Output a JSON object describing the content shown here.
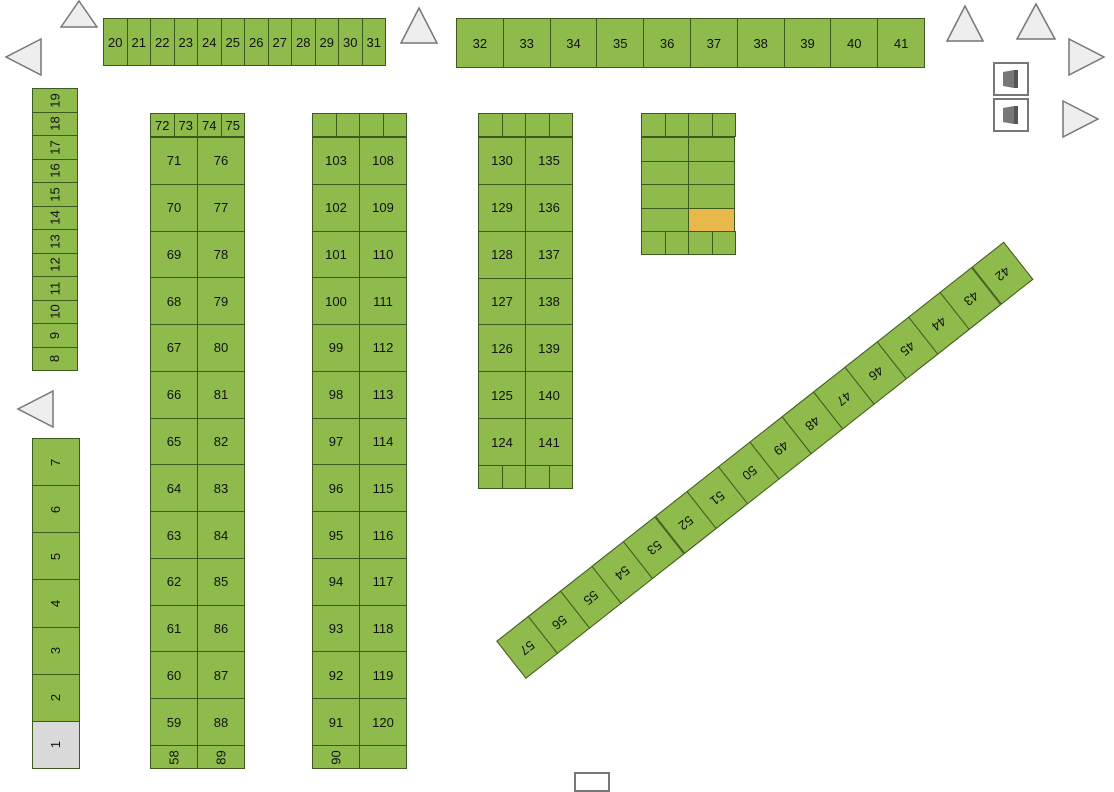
{
  "colors": {
    "available": "#8fbb4d",
    "reserved": "#e8b94a",
    "unavailable": "#d9d9d9",
    "border": "#3d5a1e"
  },
  "icons": {
    "arrow": "triangle-arrow-icon",
    "entrance": "door-icon"
  },
  "left_column_upper": [
    "19",
    "18",
    "17",
    "16",
    "15",
    "14",
    "13",
    "12",
    "11",
    "10",
    "9",
    "8"
  ],
  "left_column_lower": [
    "7",
    "6",
    "5",
    "4",
    "3",
    "2",
    "1"
  ],
  "top_row_left": [
    "20",
    "21",
    "22",
    "23",
    "24",
    "25",
    "26",
    "27",
    "28",
    "29",
    "30",
    "31"
  ],
  "top_row_right": [
    "32",
    "33",
    "34",
    "35",
    "36",
    "37",
    "38",
    "39",
    "40",
    "41"
  ],
  "block_a": {
    "top": [
      "72",
      "73",
      "74",
      "75"
    ],
    "left": [
      "71",
      "70",
      "69",
      "68",
      "67",
      "66",
      "65",
      "64",
      "63",
      "62",
      "61",
      "60",
      "59"
    ],
    "right": [
      "76",
      "77",
      "78",
      "79",
      "80",
      "81",
      "82",
      "83",
      "84",
      "85",
      "86",
      "87",
      "88"
    ],
    "bottom": [
      "58",
      "89"
    ]
  },
  "block_b": {
    "left": [
      "103",
      "102",
      "101",
      "100",
      "99",
      "98",
      "97",
      "96",
      "95",
      "94",
      "93",
      "92",
      "91"
    ],
    "right": [
      "108",
      "109",
      "110",
      "111",
      "112",
      "113",
      "114",
      "115",
      "116",
      "117",
      "118",
      "119",
      "120"
    ],
    "bottom": [
      "90"
    ]
  },
  "block_c": {
    "left": [
      "130",
      "129",
      "128",
      "127",
      "126",
      "125",
      "124"
    ],
    "right": [
      "135",
      "136",
      "137",
      "138",
      "139",
      "140",
      "141"
    ]
  },
  "diagonal_row": [
    "42",
    "43",
    "44",
    "45",
    "46",
    "47",
    "48",
    "49",
    "50",
    "51",
    "52",
    "53",
    "54",
    "55",
    "56",
    "57"
  ]
}
